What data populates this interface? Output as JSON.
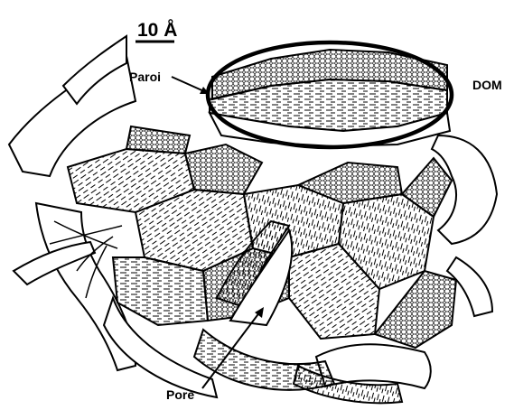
{
  "diagram": {
    "scale_bar": {
      "label": "10 Å"
    },
    "labels": {
      "wall": "Paroi",
      "dom": "DOM",
      "pore": "Pore"
    },
    "colors": {
      "ink": "#000000",
      "paper": "#ffffff"
    }
  }
}
